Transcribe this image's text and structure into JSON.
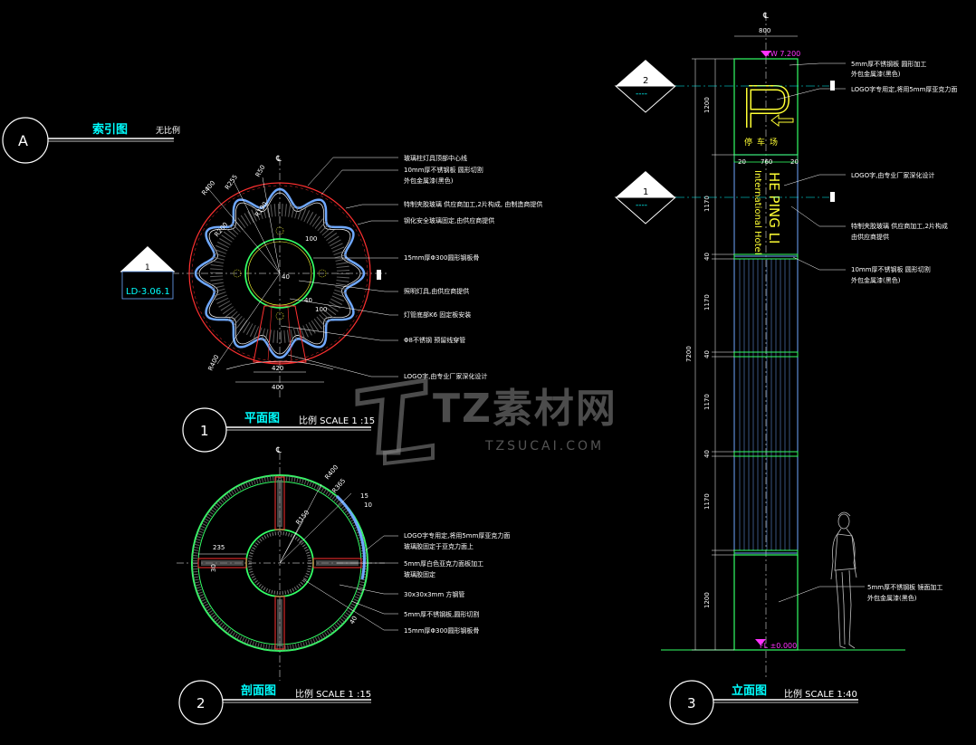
{
  "colors": {
    "background": "#000000",
    "white": "#ffffff",
    "cyan": "#00ffff",
    "red": "#ff3030",
    "green": "#33ff66",
    "blue": "#6fa8ff",
    "yellow": "#ffff33",
    "magenta": "#ff33ff",
    "gray": "#bfbfbf"
  },
  "index": {
    "bubble": "A",
    "title": "索引图",
    "note": "无比例"
  },
  "plan": {
    "number": "1",
    "title": "平面图",
    "scale": "比例 SCALE 1 :15",
    "section_mark": {
      "num": "1",
      "ref": "LD-3.06.1"
    },
    "radii": [
      "R50",
      "R255",
      "R400",
      "R190",
      "R200",
      "R400"
    ],
    "small_dims": [
      "100",
      "40",
      "40",
      "100"
    ],
    "bottom_dims": [
      "420",
      "400"
    ],
    "notes": [
      "玻璃柱灯具顶部中心线",
      "10mm厚不锈钢板 圆形切割",
      "外包金属漆(黑色)",
      "特制夹胶玻璃 供应商加工,2片构成, 由制造商提供",
      "钢化安全玻璃固定,由供应商提供",
      "15mm厚Φ300圆形钢板骨",
      "照明灯具,由供应商提供",
      "灯管底部K6 固定板安装",
      "Φ8不锈钢 预留线穿管",
      "LOGO字,由专业厂家深化设计"
    ]
  },
  "section": {
    "number": "2",
    "title": "剖面图",
    "scale": "比例 SCALE 1 :15",
    "dims": [
      "R400",
      "R365",
      "R150",
      "235",
      "30",
      "15",
      "10",
      "40"
    ],
    "notes": [
      "LOGO字专用定,将用5mm厚亚克力面",
      "玻璃胶固定于亚克力面上",
      "5mm厚白色亚克力面板加工",
      "玻璃胶固定",
      "30x30x3mm 方钢管",
      "5mm厚不锈钢板,圆形切割",
      "15mm厚Φ300圆形钢板骨"
    ]
  },
  "elevation": {
    "number": "3",
    "title": "立面图",
    "scale": "比例 SCALE 1:40",
    "top_width": "800",
    "top_level": "TW 7.200",
    "bottom_level": "FL ±0.000",
    "sign_text": "停车场",
    "vertical_text_1": "HE PING LI",
    "vertical_text_2": "International Hotel",
    "inner_dims": [
      "20",
      "760",
      "20"
    ],
    "left_dims": [
      "1200",
      "1170",
      "40",
      "1170",
      "40",
      "1170",
      "40",
      "1170",
      "1200"
    ],
    "overall": "7200",
    "marks": [
      {
        "num": "2",
        "ref": "----"
      },
      {
        "num": "1",
        "ref": "----"
      }
    ],
    "notes": [
      "5mm厚不锈钢板 圆形加工",
      "外包金属漆(黑色)",
      "LOGO字专用定,将用5mm厚亚克力面",
      "LOGO字,由专业厂家深化设计",
      "特制夹胶玻璃 供应商加工,2片构成",
      "由供应商提供",
      "10mm厚不锈钢板 圆形切割",
      "外包金属漆(黑色)",
      "5mm厚不锈钢板 镜面加工",
      "外包金属漆(黑色)"
    ]
  },
  "watermark": {
    "brand": "TZ素材网",
    "url": "TZSUCAI.COM"
  }
}
